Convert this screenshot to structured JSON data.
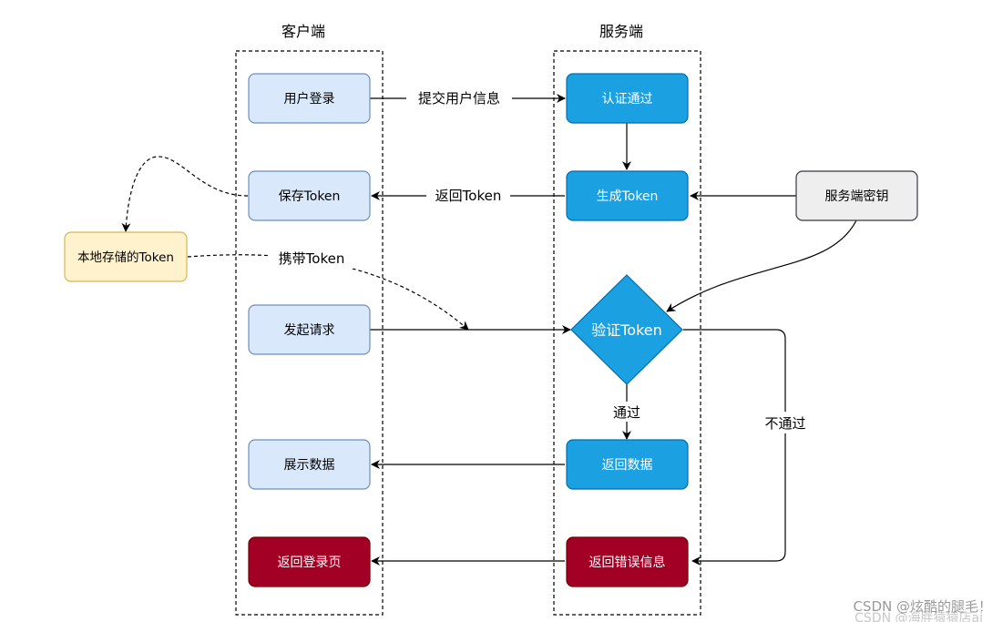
{
  "columns": {
    "client": "客户端",
    "server": "服务端"
  },
  "nodes": {
    "user_login": "用户登录",
    "save_token": "保存Token",
    "local_token": "本地存储的Token",
    "send_request": "发起请求",
    "show_data": "展示数据",
    "back_login": "返回登录页",
    "auth_pass": "认证通过",
    "gen_token": "生成Token",
    "server_key": "服务端密钥",
    "verify_token": "验证Token",
    "return_data": "返回数据",
    "return_error": "返回错误信息"
  },
  "edges": {
    "submit_info": "提交用户信息",
    "return_token": "返回Token",
    "carry_token": "携带Token",
    "pass": "通过",
    "fail": "不通过"
  },
  "watermark": {
    "line1": "CSDN @炫酷的腿毛！",
    "line2": "CSDN @海胖猿猿店ai"
  },
  "colors": {
    "client_fill": "#dae8fc",
    "client_stroke": "#6c8ebf",
    "server_fill": "#1ba1e2",
    "server_stroke": "#006eaf",
    "local_fill": "#fff2cc",
    "local_stroke": "#d6b656",
    "key_fill": "#eeeeee",
    "key_stroke": "#36393d",
    "error_fill": "#a20025",
    "error_stroke": "#6f0000"
  }
}
